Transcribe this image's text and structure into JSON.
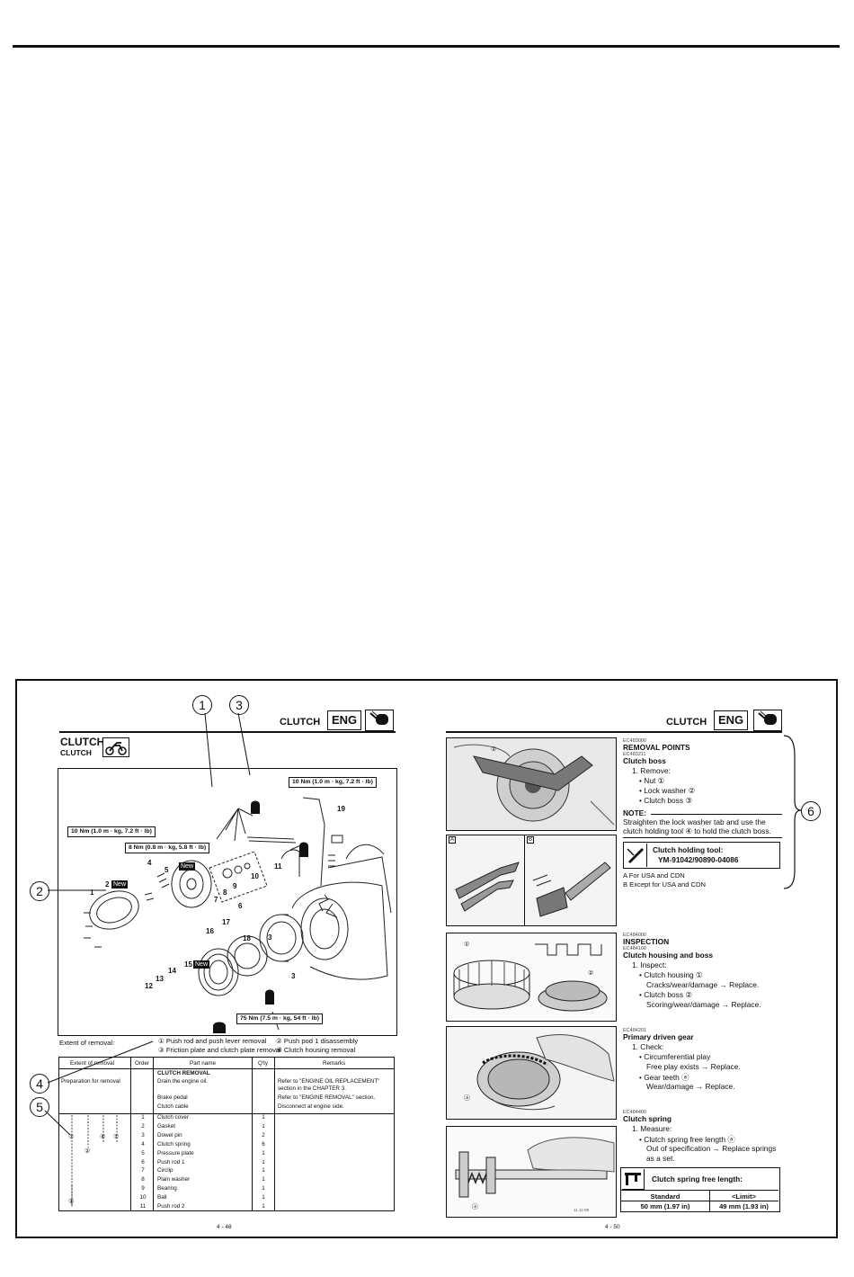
{
  "callouts": [
    "1",
    "2",
    "3",
    "4",
    "5",
    "6"
  ],
  "left_page": {
    "header_title": "CLUTCH",
    "eng_label": "ENG",
    "section_title": "CLUTCH",
    "section_subtitle": "CLUTCH",
    "torques": [
      "10 Nm (1.0 m · kg, 7.2 ft · lb)",
      "10 Nm (1.0 m · kg, 7.2 ft · lb)",
      "8 Nm (0.8 m · kg, 5.8 ft · lb)",
      "75 Nm (7.5 m · kg, 54 ft · lb)"
    ],
    "new_label": "New",
    "part_numbers": [
      "1",
      "2",
      "3",
      "3",
      "4",
      "5",
      "6",
      "7",
      "8",
      "9",
      "10",
      "11",
      "12",
      "13",
      "14",
      "15",
      "16",
      "17",
      "18",
      "19",
      "1",
      "2",
      "3"
    ],
    "extent_label": "Extent of removal:",
    "extent_items": [
      "① Push rod and push lever removal",
      "② Push pod 1 disassembly",
      "③ Friction plate and clutch plate removal",
      "④ Clutch housing removal"
    ],
    "table_headers": [
      "Extent of removal",
      "Order",
      "Part name",
      "Q'ty",
      "Remarks"
    ],
    "prep_label": "Preparation for removal",
    "clutch_removal": "CLUTCH REMOVAL",
    "prep_rows": [
      {
        "part": "Drain the engine oil.",
        "remarks": "Refer to \"ENGINE OIL REPLACEMENT\""
      },
      {
        "part": "",
        "remarks": "section in the CHAPTER 3."
      },
      {
        "part": "Brake pedal",
        "remarks": "Refer to \"ENGINE REMOVAL\" section."
      },
      {
        "part": "Clutch cable",
        "remarks": "Disconnect at engine side."
      }
    ],
    "rows": [
      {
        "order": "1",
        "part": "Clutch cover",
        "qty": "1"
      },
      {
        "order": "2",
        "part": "Gasket",
        "qty": "1"
      },
      {
        "order": "3",
        "part": "Dowel pin",
        "qty": "2"
      },
      {
        "order": "4",
        "part": "Clutch spring",
        "qty": "6"
      },
      {
        "order": "5",
        "part": "Pressure plate",
        "qty": "1"
      },
      {
        "order": "6",
        "part": "Push rod 1",
        "qty": "1"
      },
      {
        "order": "7",
        "part": "Circlip",
        "qty": "1"
      },
      {
        "order": "8",
        "part": "Plain washer",
        "qty": "1"
      },
      {
        "order": "9",
        "part": "Bearing",
        "qty": "1"
      },
      {
        "order": "10",
        "part": "Ball",
        "qty": "1"
      },
      {
        "order": "11",
        "part": "Push rod 2",
        "qty": "1"
      }
    ],
    "extent_marks": [
      "③",
      "④",
      "②",
      "①",
      "①"
    ],
    "page_number": "4 - 48"
  },
  "right_page": {
    "header_title": "CLUTCH",
    "eng_label": "ENG",
    "code1": "EC483000",
    "removal_points": "REMOVAL POINTS",
    "code2": "EC483211",
    "clutch_boss": "Clutch boss",
    "remove_step": "1.  Remove:",
    "remove_items": [
      "Nut ①",
      "Lock washer ②",
      "Clutch boss ③"
    ],
    "note_label": "NOTE:",
    "note_text_1": "Straighten the lock washer tab and use the",
    "note_text_2": "clutch holding tool ④ to hold the clutch boss.",
    "tool_title": "Clutch holding tool:",
    "tool_number": "YM-91042/90890-04086",
    "photo_labels": [
      "A",
      "B"
    ],
    "region_notes": [
      "A For USA and CDN",
      "B Except for USA and CDN"
    ],
    "code3": "EC484000",
    "inspection": "INSPECTION",
    "code4": "EC484100",
    "housing_title": "Clutch housing and boss",
    "inspect_step": "1.  Inspect:",
    "housing_items": [
      {
        "item": "Clutch housing ①",
        "detail": "Cracks/wear/damage → Replace."
      },
      {
        "item": "Clutch boss ②",
        "detail": "Scoring/wear/damage → Replace."
      }
    ],
    "code5": "EC484201",
    "driven_title": "Primary driven gear",
    "check_step": "1.  Check:",
    "driven_items": [
      {
        "item": "Circumferential play",
        "detail": "Free play exists → Replace."
      },
      {
        "item": "Gear teeth ⓐ",
        "detail": "Wear/damage → Replace."
      }
    ],
    "code6": "EC484400",
    "spring_title": "Clutch spring",
    "measure_step": "1.  Measure:",
    "spring_item": "Clutch spring free length ⓐ",
    "spring_detail_1": "Out of specification → Replace springs",
    "spring_detail_2": "as a set.",
    "spring_table_title": "Clutch spring free length:",
    "spring_table_headers": [
      "Standard",
      "<Limit>"
    ],
    "spring_table_values": [
      "50 mm (1.97 in)",
      "49 mm (1.93 in)"
    ],
    "photo_markers": [
      "①",
      "②",
      "ⓐ",
      "ⓐ"
    ],
    "photo_code": "11 11-00",
    "page_number": "4 - 50"
  }
}
